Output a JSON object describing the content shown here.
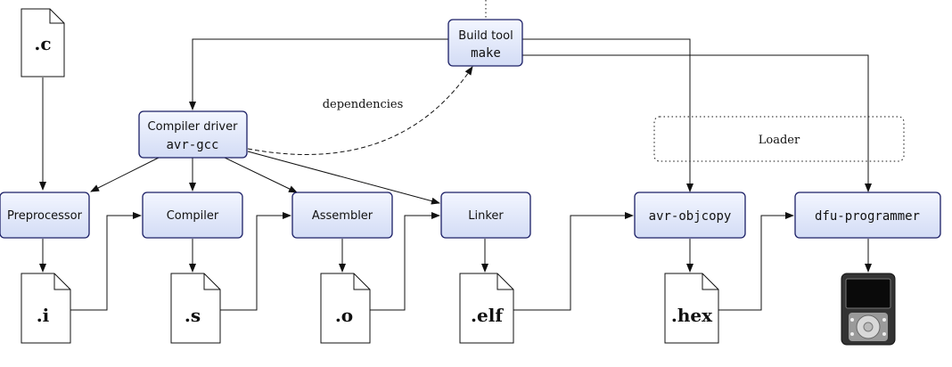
{
  "nodes": {
    "build_tool": {
      "title": "Build tool",
      "command": "make"
    },
    "compiler_driver": {
      "title": "Compiler driver",
      "command": "avr-gcc"
    },
    "preprocessor": {
      "label": "Preprocessor"
    },
    "compiler": {
      "label": "Compiler"
    },
    "assembler": {
      "label": "Assembler"
    },
    "linker": {
      "label": "Linker"
    },
    "objcopy": {
      "label": "avr-objcopy"
    },
    "programmer": {
      "label": "dfu-programmer"
    }
  },
  "files": {
    "c": ".c",
    "i": ".i",
    "s": ".s",
    "o": ".o",
    "elf": ".elf",
    "hex": ".hex"
  },
  "labels": {
    "dependencies": "dependencies",
    "loader": "Loader"
  },
  "colors": {
    "node_fill_top": "#f3f6ff",
    "node_fill_bottom": "#d3dcf5",
    "node_stroke": "#1b1f66",
    "line": "#111111",
    "device_body": "#333333"
  }
}
